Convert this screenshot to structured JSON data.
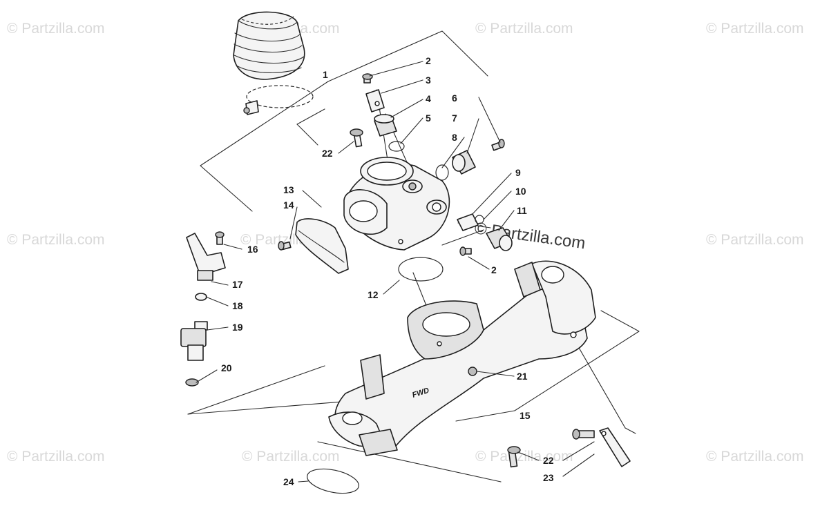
{
  "diagram": {
    "part_numbers": [
      "1",
      "2",
      "3",
      "4",
      "5",
      "6",
      "7",
      "8",
      "9",
      "10",
      "11",
      "12",
      "13",
      "14",
      "15",
      "16",
      "17",
      "18",
      "19",
      "20",
      "21",
      "22",
      "23",
      "24"
    ],
    "repeat_labels": {
      "part_2_second": "2",
      "part_22_second": "22"
    },
    "embossed_text": "FWD",
    "watermark_text": "© Partzilla.com",
    "watermark_center_text": "© Partzilla.com"
  }
}
